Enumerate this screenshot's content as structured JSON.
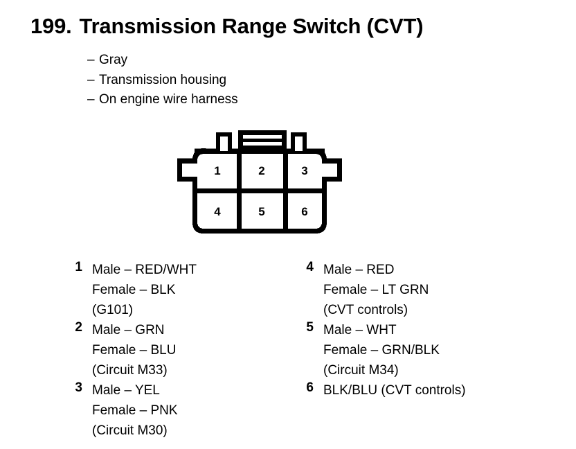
{
  "title": {
    "number": "199.",
    "text": "Transmission Range Switch (CVT)"
  },
  "attributes": {
    "dash": "–",
    "items": [
      "Gray",
      "Transmission housing",
      "On engine wire harness"
    ]
  },
  "connector": {
    "type": "6-pin connector face view",
    "rows": 2,
    "columns": 3,
    "pins": [
      {
        "number": "1",
        "row": 0,
        "col": 0
      },
      {
        "number": "2",
        "row": 0,
        "col": 1
      },
      {
        "number": "3",
        "row": 0,
        "col": 2
      },
      {
        "number": "4",
        "row": 1,
        "col": 0
      },
      {
        "number": "5",
        "row": 1,
        "col": 1
      },
      {
        "number": "6",
        "row": 1,
        "col": 2
      }
    ],
    "outline_color": "#000000",
    "fill_color": "#ffffff",
    "features": [
      "left-square-tab",
      "center-wide-tab-with-two-slots",
      "right-square-tab",
      "left-side-notch",
      "right-side-notch"
    ]
  },
  "legend": {
    "left_column": [
      {
        "pin": "1",
        "lines": [
          "Male – RED/WHT",
          "Female – BLK",
          "(G101)"
        ]
      },
      {
        "pin": "2",
        "lines": [
          "Male – GRN",
          "Female – BLU",
          "(Circuit M33)"
        ]
      },
      {
        "pin": "3",
        "lines": [
          "Male – YEL",
          "Female – PNK",
          "(Circuit M30)"
        ]
      }
    ],
    "right_column": [
      {
        "pin": "4",
        "lines": [
          "Male – RED",
          "Female – LT GRN",
          "(CVT controls)"
        ]
      },
      {
        "pin": "5",
        "lines": [
          "Male – WHT",
          "Female – GRN/BLK",
          "(Circuit M34)"
        ]
      },
      {
        "pin": "6",
        "lines": [
          "BLK/BLU (CVT controls)"
        ]
      }
    ]
  }
}
